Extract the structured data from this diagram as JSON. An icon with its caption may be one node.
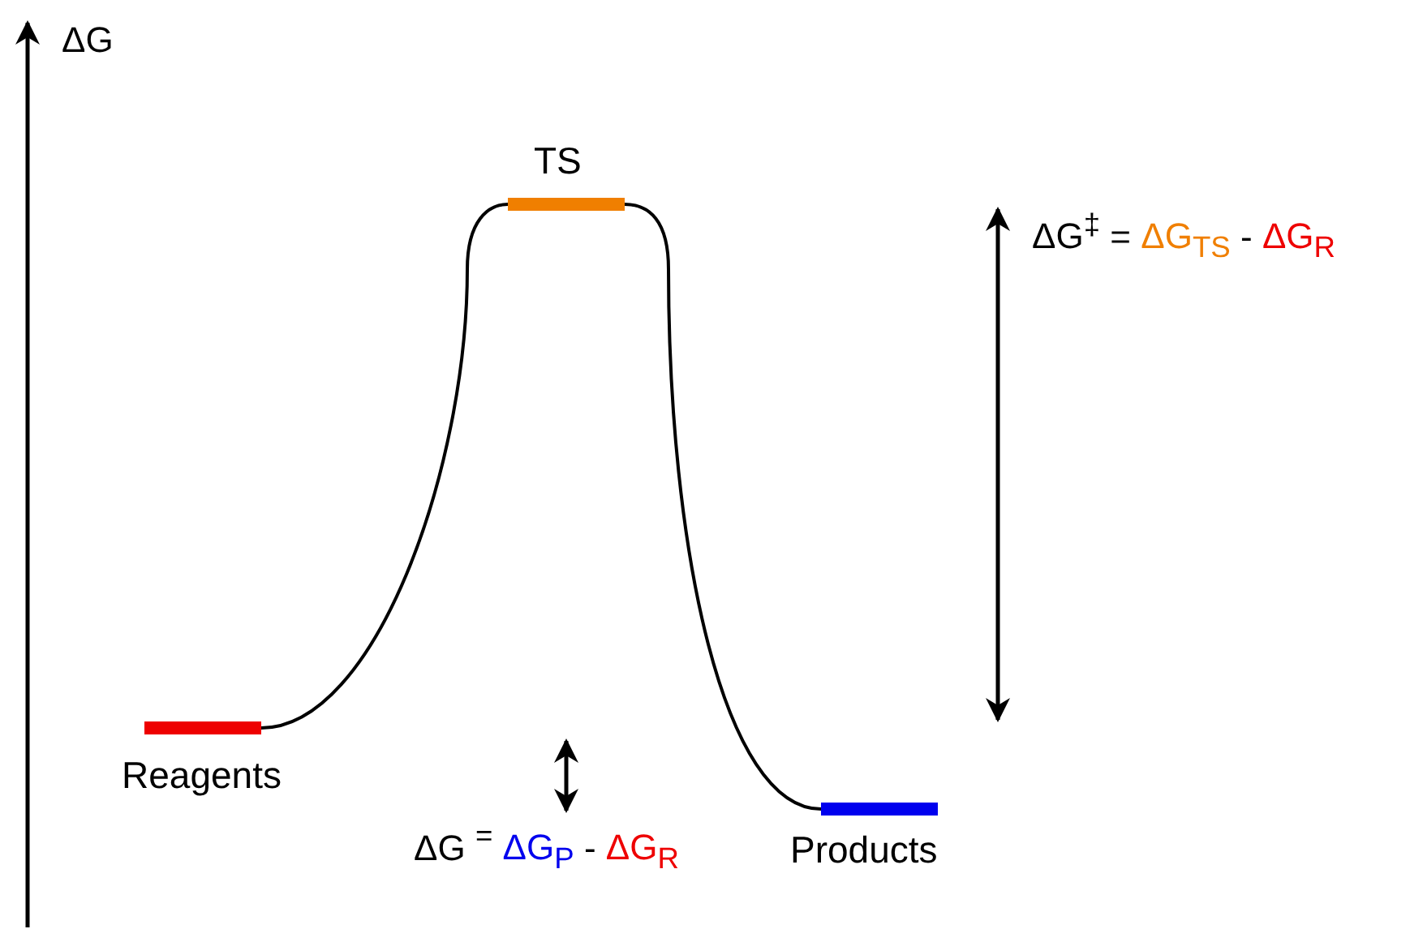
{
  "diagram": {
    "nodes": [
      {
        "text": [
          "TS"
        ]
      },
      {
        "text": [
          "Reagents"
        ]
      },
      {
        "text": [
          "Products"
        ]
      }
    ],
    "edges": [
      {
        "from": 1,
        "to": 0,
        "arrow": "none"
      },
      {
        "from": 0,
        "to": 2,
        "arrow": "none"
      }
    ],
    "labels": [
      "ΔG",
      "ΔG$^{‡}$ = ΔG$_{TS}$ - ΔG$_{R}$",
      "ΔG $^{=}$ ΔG$_{P}$ - ΔG$_{R}$"
    ]
  }
}
